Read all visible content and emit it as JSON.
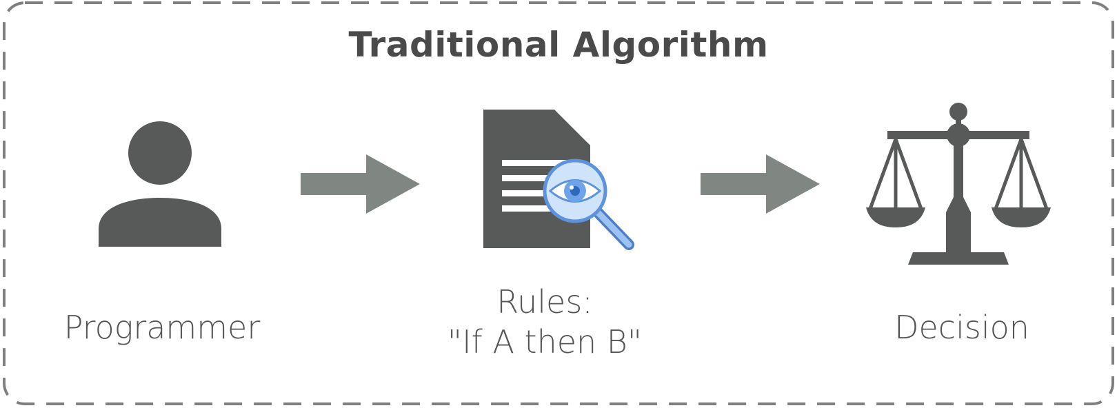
{
  "title": "Traditional Algorithm",
  "steps": [
    {
      "label": "Programmer",
      "icon": "person-icon"
    },
    {
      "label_line1": "Rules:",
      "label_line2": "\"If A then B\"",
      "icon": "document-search-icon"
    },
    {
      "label": "Decision",
      "icon": "scales-icon"
    }
  ],
  "connectors": [
    "arrow-right-icon",
    "arrow-right-icon"
  ],
  "colors": {
    "icon": "#575a59",
    "arrow": "#808783",
    "border": "#7f7f7f",
    "magnifier": "#6a9de3",
    "text": "#555555"
  }
}
